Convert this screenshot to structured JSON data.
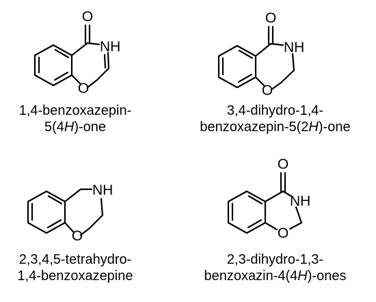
{
  "compounds": [
    {
      "atoms": {
        "carbonyl_o": "O",
        "nh": "NH",
        "ring_o": "O"
      },
      "caption_lines": [
        [
          {
            "t": "1,4-benzoxazepin-",
            "i": false
          }
        ],
        [
          {
            "t": "5(4",
            "i": false
          },
          {
            "t": "H",
            "i": true
          },
          {
            "t": ")-one",
            "i": false
          }
        ]
      ]
    },
    {
      "atoms": {
        "carbonyl_o": "O",
        "nh": "NH",
        "ring_o": "O"
      },
      "caption_lines": [
        [
          {
            "t": "3,4-dihydro-1,4-",
            "i": false
          }
        ],
        [
          {
            "t": "benzoxazepin-5(2",
            "i": false
          },
          {
            "t": "H",
            "i": true
          },
          {
            "t": ")-one",
            "i": false
          }
        ]
      ]
    },
    {
      "atoms": {
        "nh": "NH",
        "ring_o": "O"
      },
      "caption_lines": [
        [
          {
            "t": "2,3,4,5-tetrahydro-",
            "i": false
          }
        ],
        [
          {
            "t": "1,4-benzoxazepine",
            "i": false
          }
        ]
      ]
    },
    {
      "atoms": {
        "carbonyl_o": "O",
        "nh": "NH",
        "ring_o": "O"
      },
      "caption_lines": [
        [
          {
            "t": "2,3-dihydro-1,3-",
            "i": false
          }
        ],
        [
          {
            "t": "benzoxazin-4(4",
            "i": false
          },
          {
            "t": "H",
            "i": true
          },
          {
            "t": ")-ones",
            "i": false
          }
        ]
      ]
    }
  ]
}
